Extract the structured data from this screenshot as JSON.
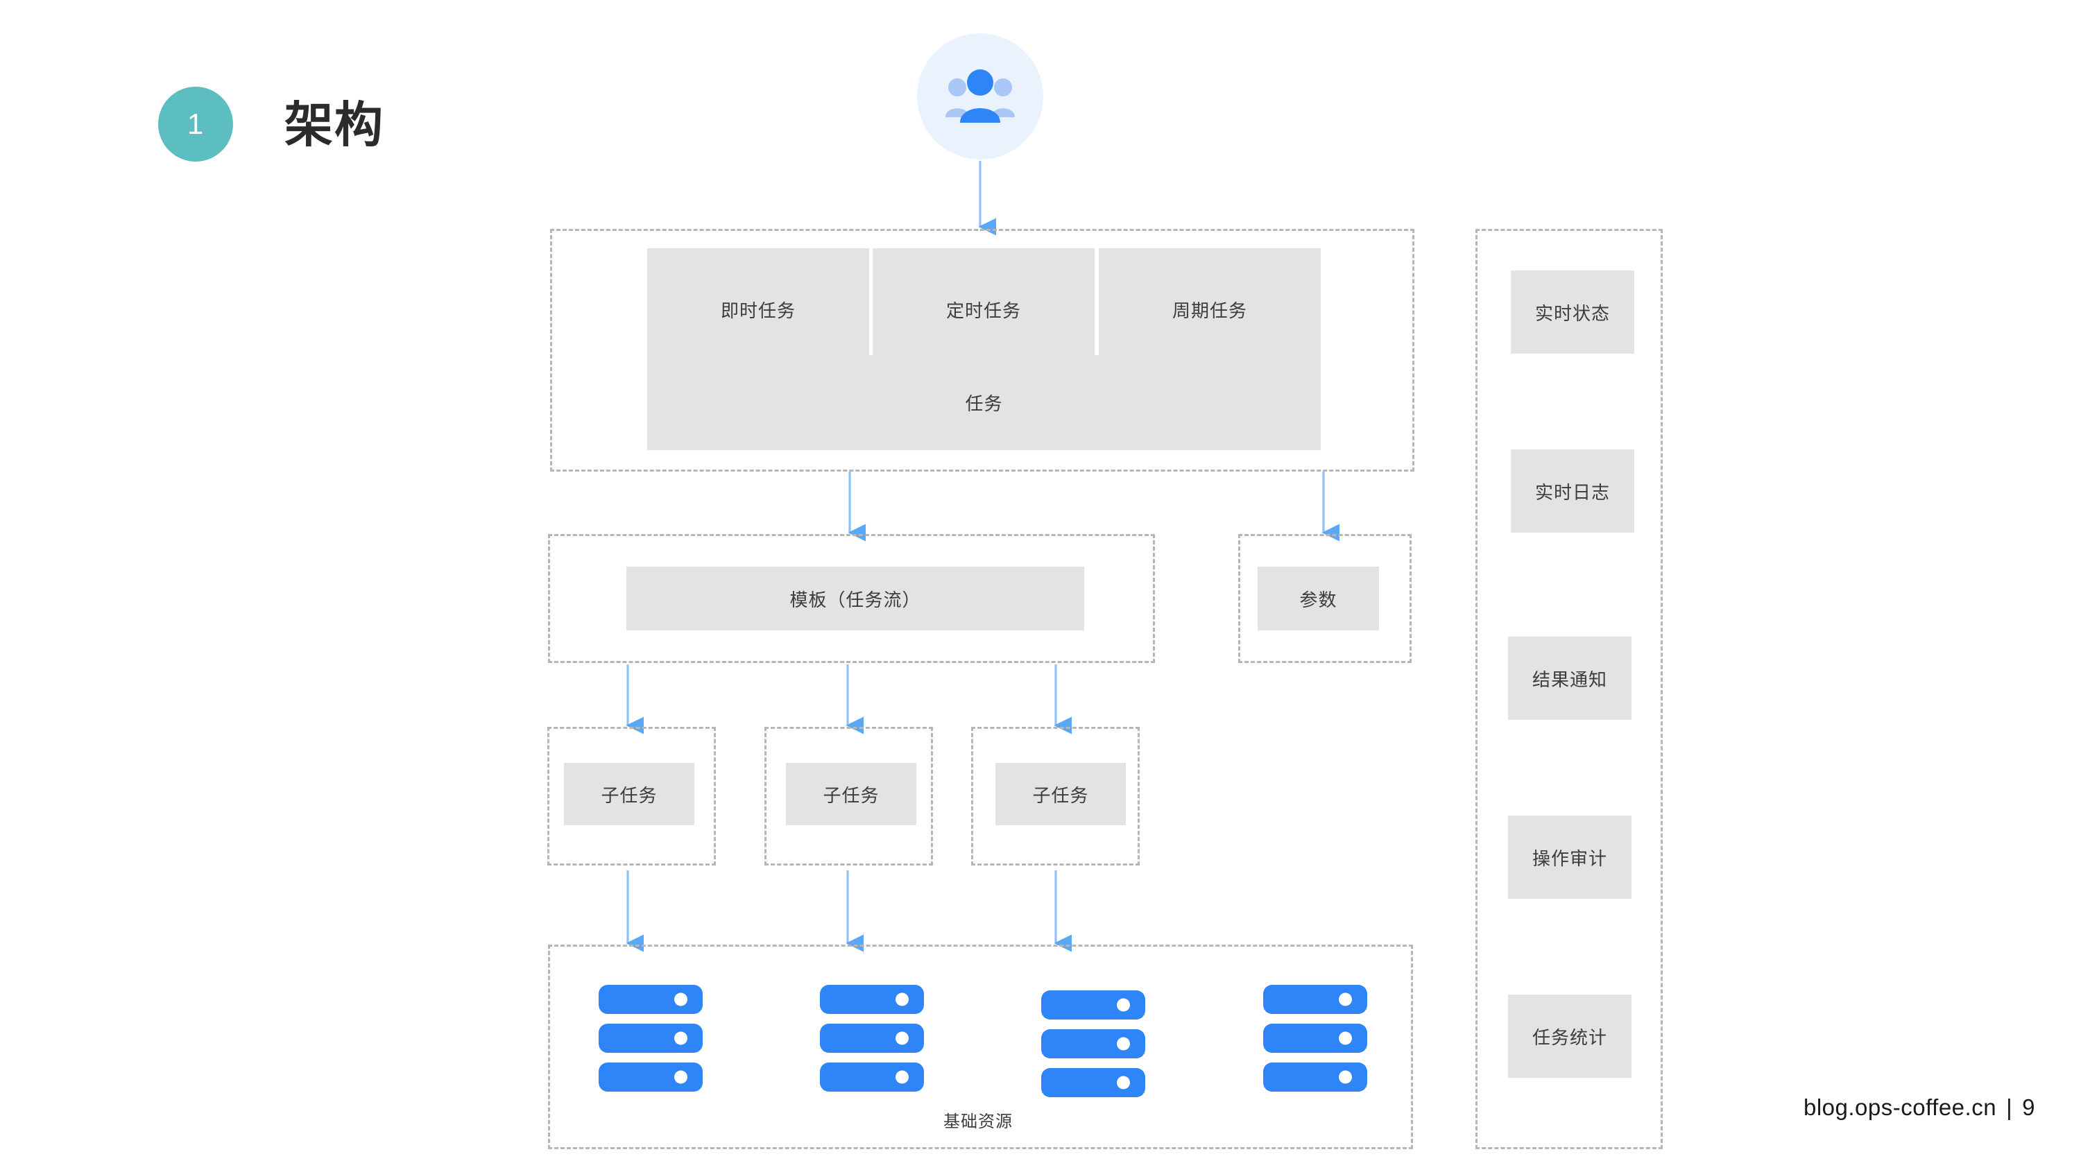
{
  "header": {
    "badge_number": "1",
    "title": "架构",
    "badge_color": "#5cbec0"
  },
  "colors": {
    "accent_blue": "#2e85f7",
    "arrow_blue": "#77b4f5",
    "block_gray": "#e3e3e3",
    "dashed_border": "#b6b6b6",
    "user_circle_bg": "#eaf2fe"
  },
  "actor": {
    "icon": "users-group-icon",
    "label": ""
  },
  "diagram": {
    "task_group": {
      "name": "task-group",
      "task_types": [
        {
          "label": "即时任务"
        },
        {
          "label": "定时任务"
        },
        {
          "label": "周期任务"
        }
      ],
      "task_block": {
        "label": "任务"
      }
    },
    "template_group": {
      "name": "template-group",
      "block": {
        "label": "模板（任务流）"
      }
    },
    "param_group": {
      "name": "param-group",
      "block": {
        "label": "参数"
      }
    },
    "subtask_groups": [
      {
        "label": "子任务"
      },
      {
        "label": "子任务"
      },
      {
        "label": "子任务"
      }
    ],
    "resource_group": {
      "name": "resource-group",
      "caption": "基础资源",
      "server_columns": 4,
      "servers_per_column": 3
    }
  },
  "sidebar": {
    "name": "capabilities-panel",
    "items": [
      {
        "label": "实时状态"
      },
      {
        "label": "实时日志"
      },
      {
        "label": "结果通知"
      },
      {
        "label": "操作审计"
      },
      {
        "label": "任务统计"
      }
    ]
  },
  "footer": {
    "site": "blog.ops-coffee.cn",
    "separator": "|",
    "page_number": "9"
  }
}
